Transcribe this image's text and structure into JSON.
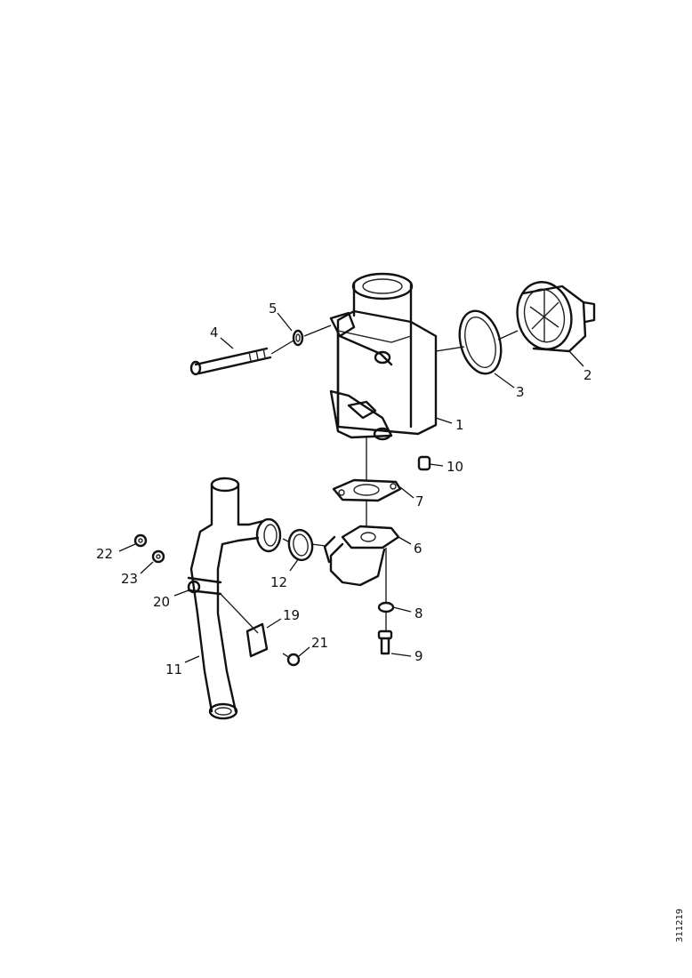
{
  "diagram": {
    "reference_code": "311219",
    "callouts": [
      {
        "id": "c1",
        "label": "1"
      },
      {
        "id": "c2",
        "label": "2"
      },
      {
        "id": "c3",
        "label": "3"
      },
      {
        "id": "c4",
        "label": "4"
      },
      {
        "id": "c5",
        "label": "5"
      },
      {
        "id": "c6",
        "label": "6"
      },
      {
        "id": "c7",
        "label": "7"
      },
      {
        "id": "c8",
        "label": "8"
      },
      {
        "id": "c9",
        "label": "9"
      },
      {
        "id": "c10",
        "label": "10"
      },
      {
        "id": "c11",
        "label": "11"
      },
      {
        "id": "c12",
        "label": "12"
      },
      {
        "id": "c19",
        "label": "19"
      },
      {
        "id": "c20",
        "label": "20"
      },
      {
        "id": "c21",
        "label": "21"
      },
      {
        "id": "c22",
        "label": "22"
      },
      {
        "id": "c23",
        "label": "23"
      }
    ]
  }
}
